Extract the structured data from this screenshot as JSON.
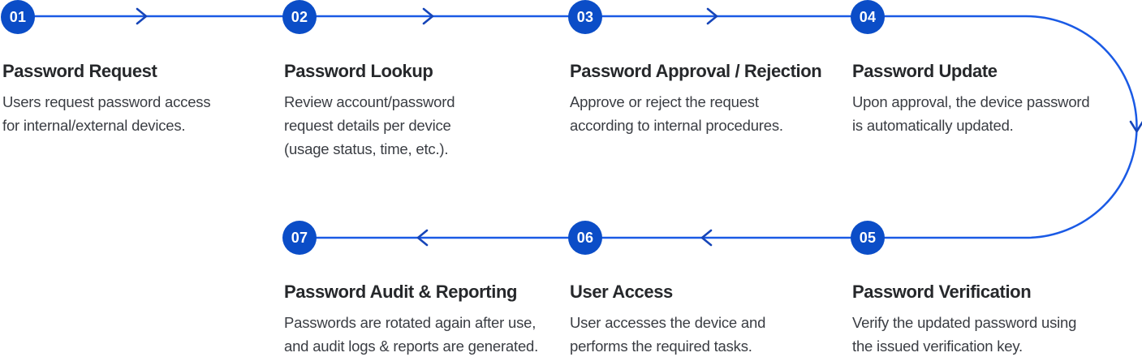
{
  "theme": {
    "line_color": "#1A5AE5",
    "arrow_color": "#1645B8",
    "circle_color": "#0B4DC7",
    "circle_text_color": "#FFFFFF",
    "title_color": "#26282B",
    "desc_color": "#3A3D43",
    "bg_color": "#FFFFFF"
  },
  "flow": {
    "direction_top_row": "left-to-right",
    "direction_bottom_row": "right-to-left",
    "steps": [
      {
        "number": "01",
        "title": "Password Request",
        "description": "Users request password access\nfor internal/external devices."
      },
      {
        "number": "02",
        "title": "Password Lookup",
        "description": "Review account/password\nrequest details per device\n(usage status, time, etc.)."
      },
      {
        "number": "03",
        "title": "Password Approval / Rejection",
        "description": "Approve or reject the request\naccording to internal procedures."
      },
      {
        "number": "04",
        "title": "Password Update",
        "description": "Upon approval, the device password\nis automatically updated."
      },
      {
        "number": "05",
        "title": "Password Verification",
        "description": "Verify the updated password using\nthe issued verification key."
      },
      {
        "number": "06",
        "title": "User Access",
        "description": "User accesses the device and\nperforms the required tasks."
      },
      {
        "number": "07",
        "title": "Password Audit & Reporting",
        "description": "Passwords are rotated again after use,\nand audit logs & reports are generated."
      }
    ]
  }
}
